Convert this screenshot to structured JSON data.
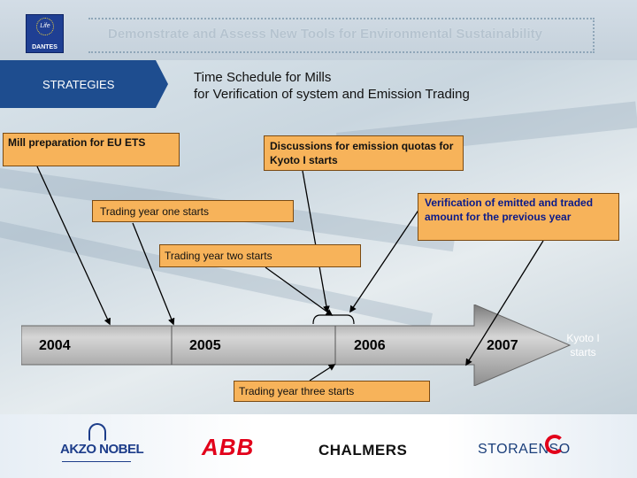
{
  "header": {
    "title": "Demonstrate and Assess New Tools for Environmental Sustainability",
    "logo_label": "DANTES",
    "logo_mark": "Life"
  },
  "nav": {
    "section": "STRATEGIES"
  },
  "slide": {
    "title_line1": "Time Schedule for Mills",
    "title_line2": "for Verification of system and Emission Trading"
  },
  "events": {
    "mill_prep": "Mill preparation for EU ETS",
    "discussions": "Discussions for emission quotas for Kyoto I starts",
    "trading_one": "Trading year one starts",
    "verification": "Verification of emitted and traded amount for the previous year",
    "trading_two": "Trading year two starts",
    "trading_three": "Trading year three starts"
  },
  "timeline": {
    "years": [
      "2004",
      "2005",
      "2006",
      "2007"
    ],
    "end_label": "Kyoto I starts"
  },
  "partners": {
    "akzo": "AKZO NOBEL",
    "abb": "ABB",
    "chalmers": "CHALMERS",
    "stora": "STORAENSO"
  },
  "colors": {
    "accent_blue": "#1e4d8f",
    "box_orange": "#f7b35a",
    "arrow_grey": "#8a8a8a"
  }
}
